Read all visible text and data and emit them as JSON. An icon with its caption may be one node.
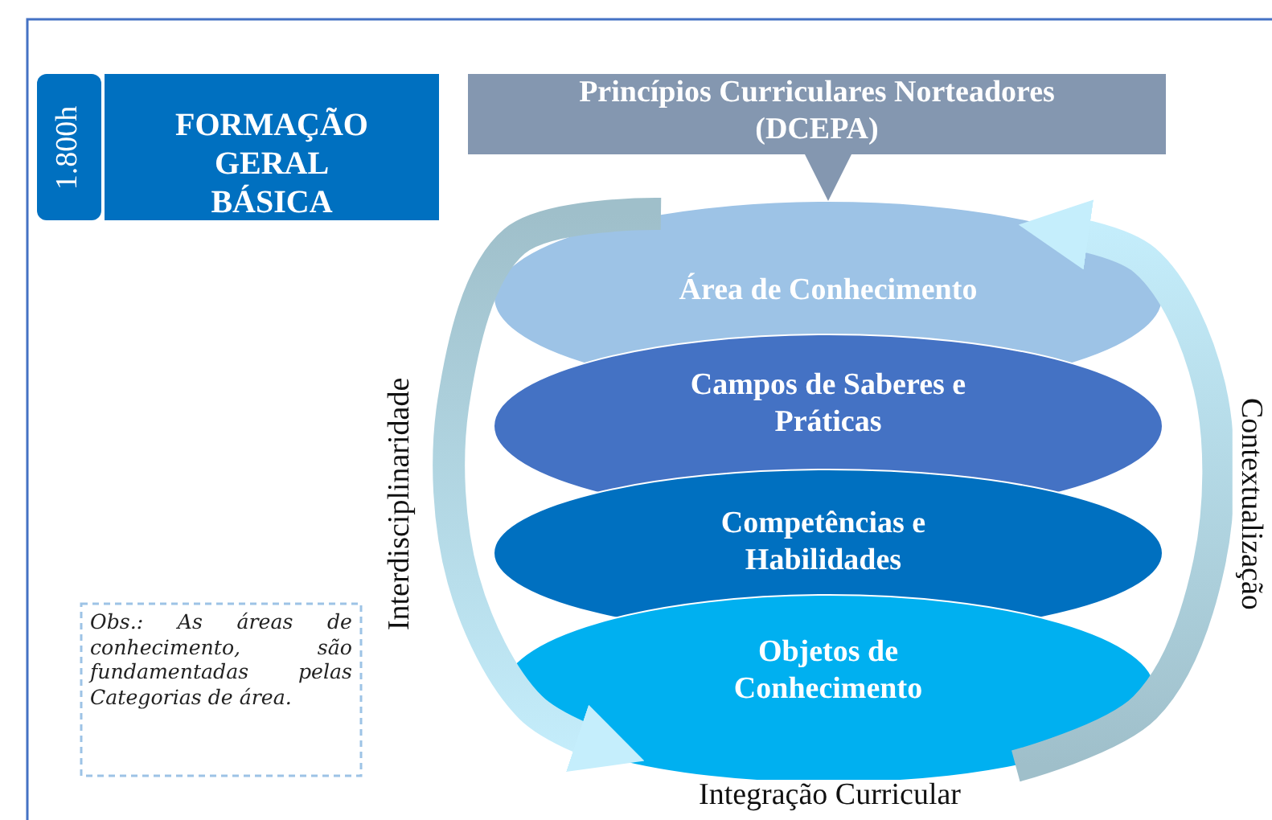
{
  "diagram": {
    "nodes": [
      {
        "text": [
          "1.800h"
        ]
      },
      {
        "text": [
          "FORMAÇÃO GERAL BÁSICA"
        ]
      },
      {
        "text": [
          "Princípios Curriculares Norteadores (DCEPA)"
        ]
      },
      {
        "text": [
          "Área de Conhecimento"
        ]
      },
      {
        "text": [
          "Campos de Saberes e Práticas"
        ]
      },
      {
        "text": [
          "Competências e Habilidades"
        ]
      },
      {
        "text": [
          "Objetos de Conhecimento"
        ]
      },
      {
        "text": [
          "Obs.: As áreas de conhecimento, são fundamentadas pelas Categorias de área."
        ]
      }
    ],
    "edges": [
      {
        "from": 2,
        "to": 3,
        "arrow": "to"
      },
      {
        "from": 3,
        "to": 6,
        "arrow": "to",
        "label": "Interdisciplinaridade"
      },
      {
        "from": 6,
        "to": 3,
        "arrow": "to",
        "label": "Contextualização"
      }
    ],
    "labels": [
      "Integração Curricular"
    ]
  }
}
